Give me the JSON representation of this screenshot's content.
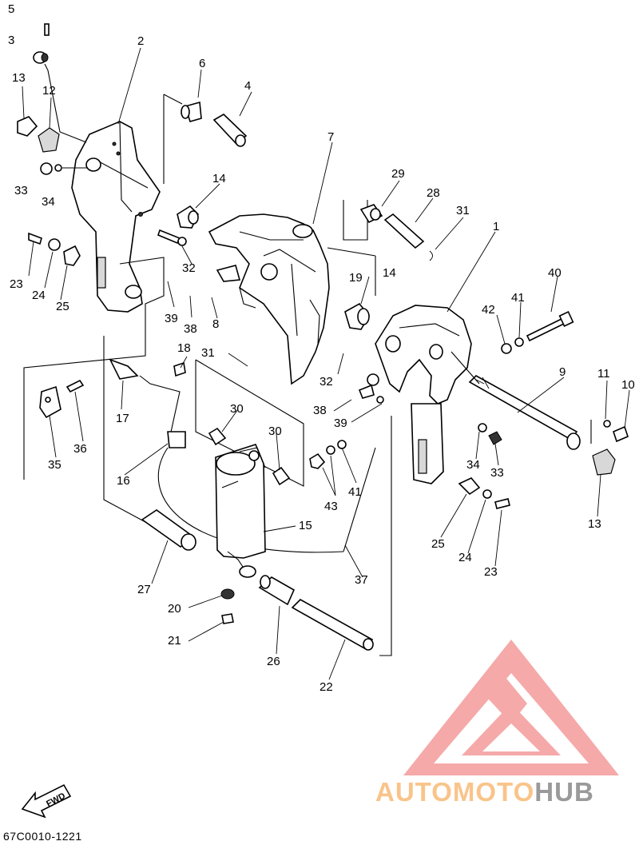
{
  "diagram": {
    "code": "67C0010-1221",
    "fwd_label": "FWD",
    "watermark": {
      "part1": "AUTOMOTO",
      "part2": "HUB",
      "color_primary": "#f4a0a0",
      "color_text1": "#f9c48a",
      "color_text2": "#9a9a9a"
    },
    "callouts": [
      {
        "id": "c5",
        "text": "5"
      },
      {
        "id": "c3",
        "text": "3"
      },
      {
        "id": "c2",
        "text": "2"
      },
      {
        "id": "c13a",
        "text": "13"
      },
      {
        "id": "c12",
        "text": "12"
      },
      {
        "id": "c6",
        "text": "6"
      },
      {
        "id": "c4",
        "text": "4"
      },
      {
        "id": "c7",
        "text": "7"
      },
      {
        "id": "c33a",
        "text": "33"
      },
      {
        "id": "c34a",
        "text": "34"
      },
      {
        "id": "c14a",
        "text": "14"
      },
      {
        "id": "c29",
        "text": "29"
      },
      {
        "id": "c28",
        "text": "28"
      },
      {
        "id": "c31a",
        "text": "31"
      },
      {
        "id": "c1",
        "text": "1"
      },
      {
        "id": "c23a",
        "text": "23"
      },
      {
        "id": "c24a",
        "text": "24"
      },
      {
        "id": "c25a",
        "text": "25"
      },
      {
        "id": "c32a",
        "text": "32"
      },
      {
        "id": "c19",
        "text": "19"
      },
      {
        "id": "c14b",
        "text": "14"
      },
      {
        "id": "c40",
        "text": "40"
      },
      {
        "id": "c39a",
        "text": "39"
      },
      {
        "id": "c38a",
        "text": "38"
      },
      {
        "id": "c8",
        "text": "8"
      },
      {
        "id": "c41a",
        "text": "41"
      },
      {
        "id": "c42",
        "text": "42"
      },
      {
        "id": "c18",
        "text": "18"
      },
      {
        "id": "c31b",
        "text": "31"
      },
      {
        "id": "c32b",
        "text": "32"
      },
      {
        "id": "c9",
        "text": "9"
      },
      {
        "id": "c11",
        "text": "11"
      },
      {
        "id": "c10",
        "text": "10"
      },
      {
        "id": "c17",
        "text": "17"
      },
      {
        "id": "c36",
        "text": "36"
      },
      {
        "id": "c30a",
        "text": "30"
      },
      {
        "id": "c38b",
        "text": "38"
      },
      {
        "id": "c39b",
        "text": "39"
      },
      {
        "id": "c30b",
        "text": "30"
      },
      {
        "id": "c35",
        "text": "35"
      },
      {
        "id": "c16",
        "text": "16"
      },
      {
        "id": "c34b",
        "text": "34"
      },
      {
        "id": "c33b",
        "text": "33"
      },
      {
        "id": "c43",
        "text": "43"
      },
      {
        "id": "c41b",
        "text": "41"
      },
      {
        "id": "c15",
        "text": "15"
      },
      {
        "id": "c13b",
        "text": "13"
      },
      {
        "id": "c25b",
        "text": "25"
      },
      {
        "id": "c24b",
        "text": "24"
      },
      {
        "id": "c23b",
        "text": "23"
      },
      {
        "id": "c27",
        "text": "27"
      },
      {
        "id": "c37",
        "text": "37"
      },
      {
        "id": "c20",
        "text": "20"
      },
      {
        "id": "c21",
        "text": "21"
      },
      {
        "id": "c26",
        "text": "26"
      },
      {
        "id": "c22",
        "text": "22"
      }
    ]
  }
}
